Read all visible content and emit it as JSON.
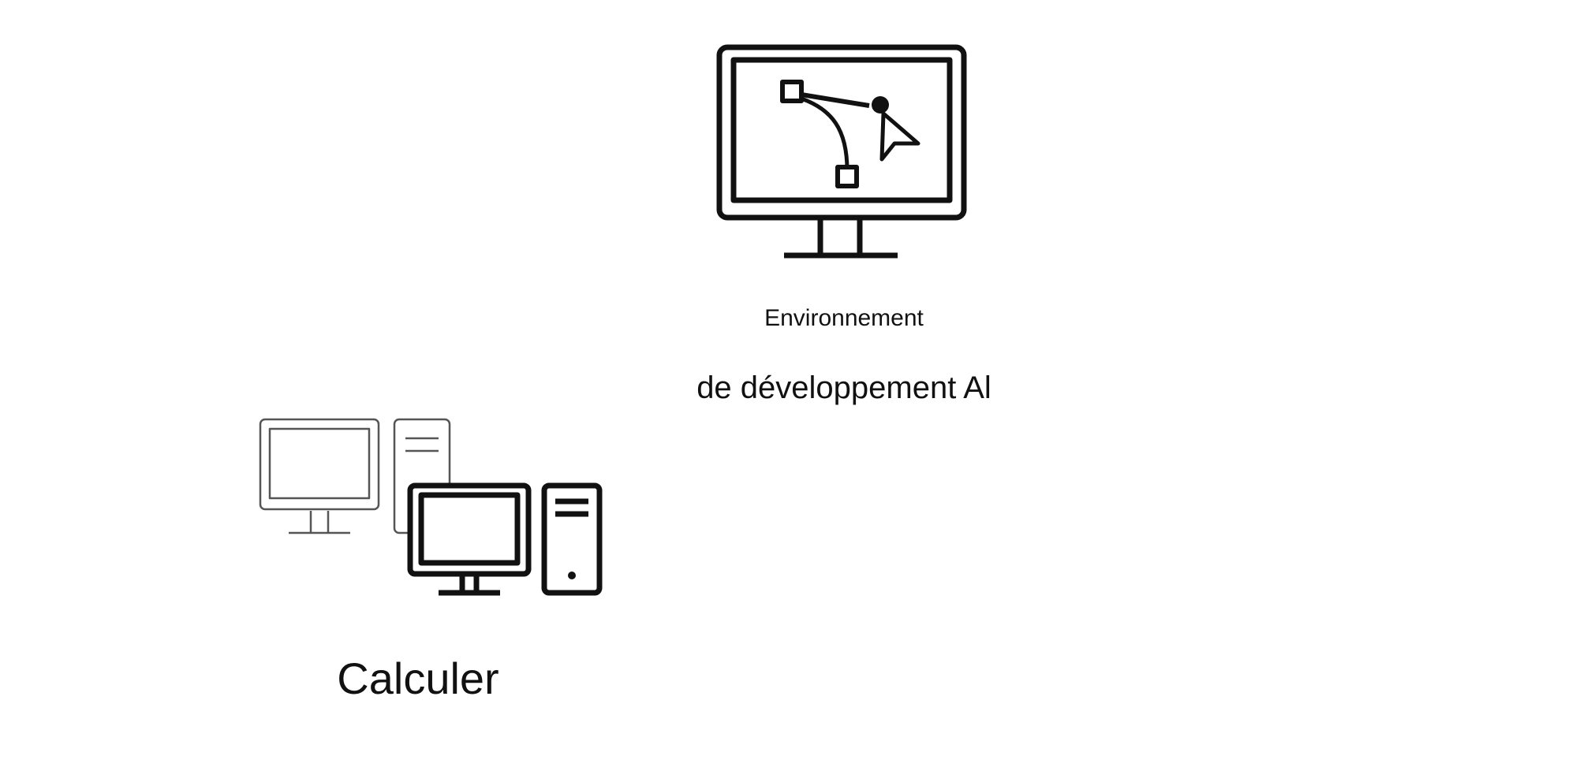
{
  "diagram": {
    "ai_dev": {
      "icon": "monitor-bezier-pen-icon",
      "label_line1": "Environnement",
      "label_line2": "de développement Al"
    },
    "compute": {
      "icon": "desktop-computers-icon",
      "label": "Calculer"
    }
  },
  "colors": {
    "background": "#ffffff",
    "foreground": "#111111",
    "faded": "#555555"
  }
}
